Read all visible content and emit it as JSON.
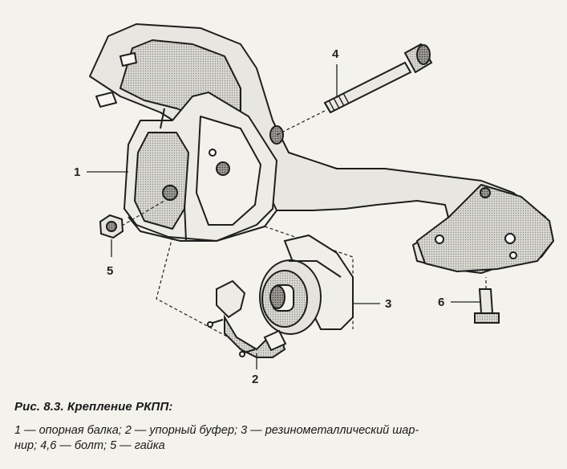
{
  "figure": {
    "callouts": [
      "1",
      "2",
      "3",
      "4",
      "5",
      "6"
    ],
    "caption_title": "Рис. 8.3. Крепление РКПП:",
    "legend_line1": "1 — опорная балка; 2 — упорный буфер; 3 — резинометаллический шар-",
    "legend_line2": "нир; 4,6 — болт; 5 — гайка"
  }
}
